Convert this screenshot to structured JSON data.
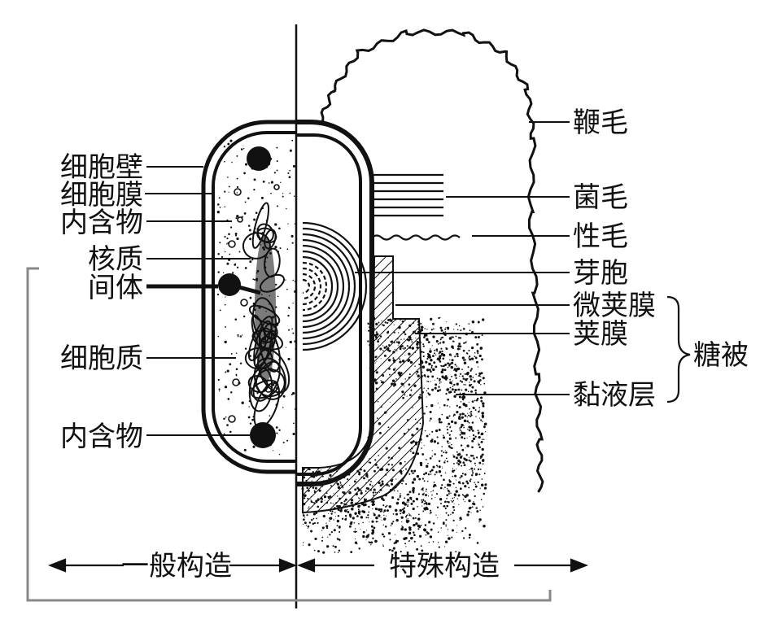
{
  "colors": {
    "ink": "#111111",
    "bracket": "#888888",
    "background": "#ffffff"
  },
  "left_labels": {
    "cell_wall": "细胞壁",
    "cell_membrane": "细胞膜",
    "inclusion_top": "内含物",
    "nucleoid": "核质",
    "mesosome": "间体",
    "cytoplasm": "细胞质",
    "inclusion_bottom": "内含物"
  },
  "right_labels": {
    "flagellum": "鞭毛",
    "pilus": "菌毛",
    "sex_pilus": "性毛",
    "spore": "芽胞",
    "microcapsule": "微荚膜",
    "capsule": "荚膜",
    "slime_layer": "黏液层",
    "glycocalyx": "糖被"
  },
  "bottom_labels": {
    "general_structure": "一般构造",
    "special_structure": "特殊构造"
  }
}
